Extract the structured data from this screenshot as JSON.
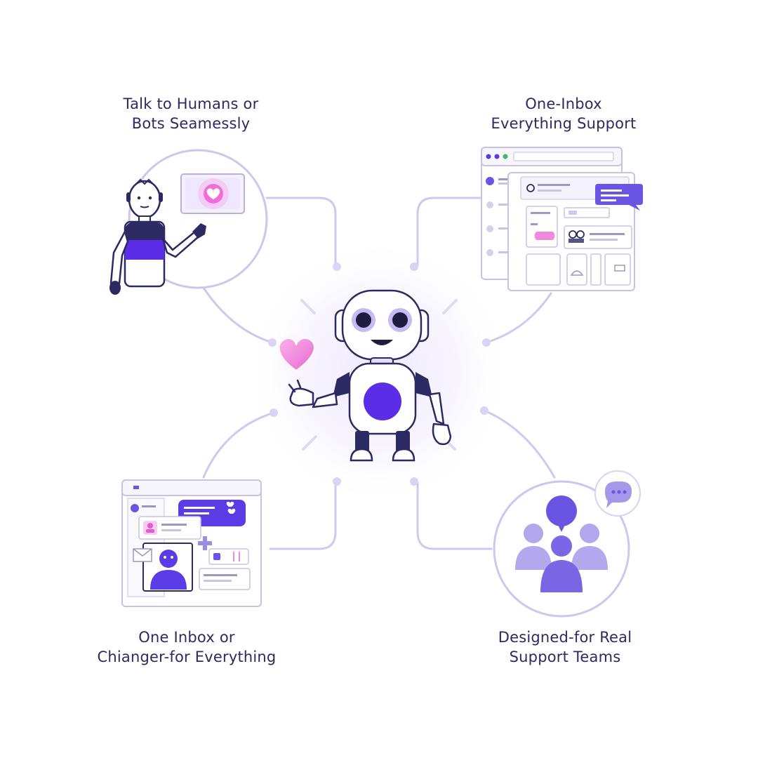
{
  "captions": {
    "top_left": {
      "line1": "Talk to Humans or",
      "line2": "Bots Seamessly"
    },
    "top_right": {
      "line1": "One-Inbox",
      "line2": "Everything Support"
    },
    "bottom_left": {
      "line1": "One Inbox or",
      "line2": "Chianger-for Everything"
    },
    "bottom_right": {
      "line1": "Designed-for Real",
      "line2": "Support Teams"
    }
  },
  "colors": {
    "primary": "#5b3be6",
    "lavender": "#c9c1f0",
    "pink": "#f07ad6",
    "ink": "#2b2a63",
    "panel_border": "#cfcbe6"
  },
  "icons": {
    "center": "robot-mascot",
    "top_left": "person-with-heart-chat",
    "top_right": "inbox-dashboard-windows",
    "bottom_left": "chat-window-stack",
    "bottom_right": "support-team-group"
  }
}
